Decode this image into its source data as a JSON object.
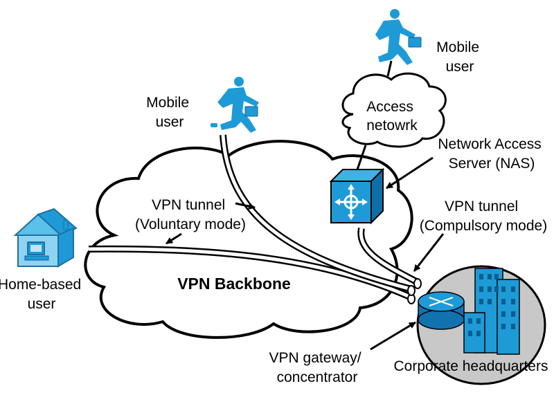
{
  "labels": {
    "mobile_user_left": [
      "Mobile",
      "user"
    ],
    "mobile_user_right": [
      "Mobile",
      "user"
    ],
    "access_network": [
      "Access",
      "netowrk"
    ],
    "nas": [
      "Network Access",
      "Server (NAS)"
    ],
    "vpn_tunnel_voluntary": [
      "VPN tunnel",
      "(Voluntary mode)"
    ],
    "vpn_tunnel_compulsory": [
      "VPN tunnel",
      "(Compulsory mode)"
    ],
    "home_user": [
      "Home-based",
      "user"
    ],
    "backbone": "VPN Backbone",
    "gateway": [
      "VPN gateway/",
      "concentrator"
    ],
    "hq": "Corporate headquarters"
  },
  "colors": {
    "accent": "#1e9bd7",
    "hq_ellipse": "#c8c8c8"
  },
  "icons": [
    "person-running-icon",
    "house-icon",
    "nas-switch-icon",
    "router-icon",
    "building-icon"
  ]
}
